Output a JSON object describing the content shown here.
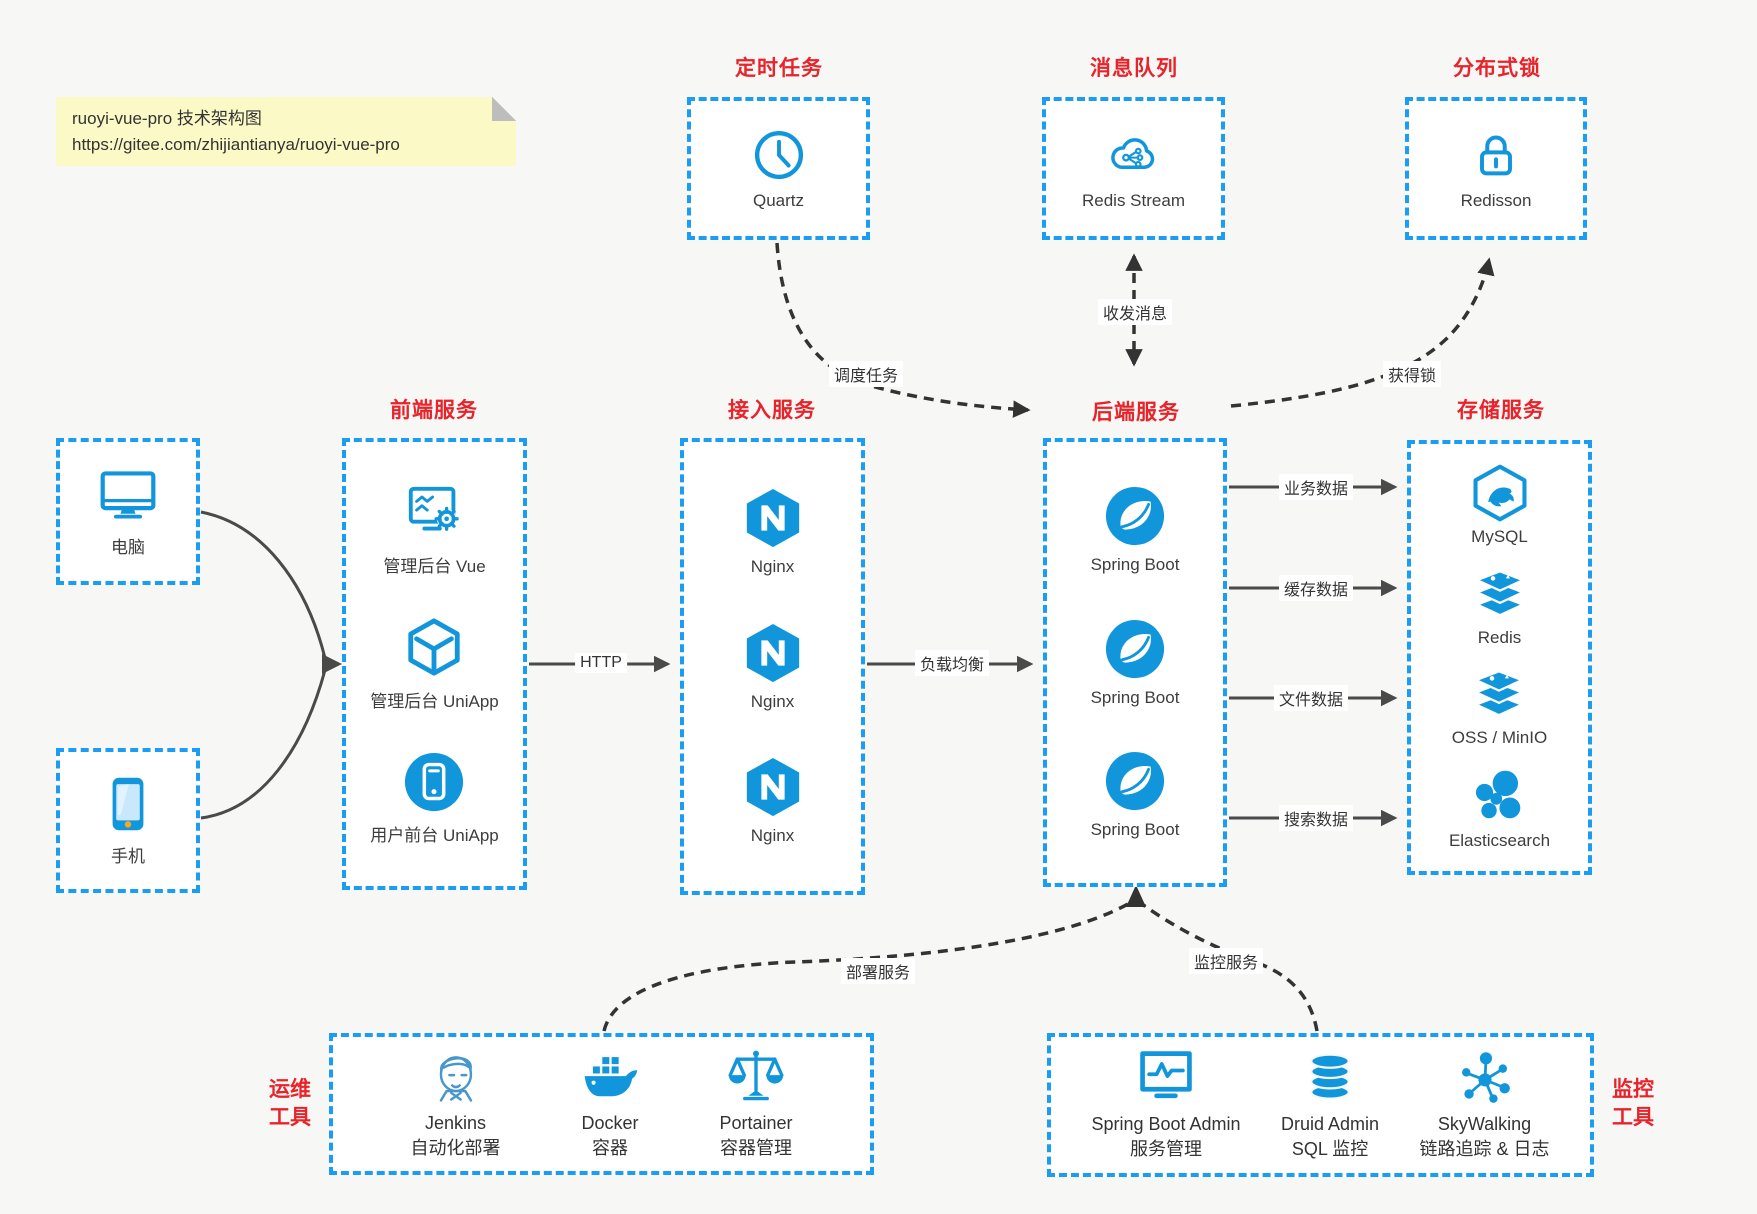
{
  "colors": {
    "accent_blue": "#1296db",
    "box_border_blue": "#1b9df3",
    "title_red": "#e8232a",
    "solid_arrow": "#4a4a4a",
    "dashed_arrow": "#333333",
    "note_bg": "#fbf9c5",
    "page_bg": "#f7f7f6"
  },
  "note": {
    "line1": "ruoyi-vue-pro 技术架构图",
    "line2": "https://gitee.com/zhijiantianya/ruoyi-vue-pro"
  },
  "groups": {
    "scheduler": {
      "title": "定时任务",
      "item": {
        "label": "Quartz",
        "icon": "clock-icon"
      }
    },
    "mq": {
      "title": "消息队列",
      "item": {
        "label": "Redis Stream",
        "icon": "cloud-share-icon"
      }
    },
    "lock": {
      "title": "分布式锁",
      "item": {
        "label": "Redisson",
        "icon": "padlock-icon"
      }
    },
    "clients": {
      "pc": {
        "label": "电脑",
        "icon": "desktop-icon"
      },
      "mobile": {
        "label": "手机",
        "icon": "smartphone-icon"
      }
    },
    "frontend": {
      "title": "前端服务",
      "items": [
        {
          "label": "管理后台 Vue",
          "icon": "admin-monitor-gear-icon"
        },
        {
          "label": "管理后台 UniApp",
          "icon": "cube-icon"
        },
        {
          "label": "用户前台 UniApp",
          "icon": "phone-circle-icon"
        }
      ]
    },
    "gateway": {
      "title": "接入服务",
      "items": [
        {
          "label": "Nginx",
          "icon": "nginx-icon"
        },
        {
          "label": "Nginx",
          "icon": "nginx-icon"
        },
        {
          "label": "Nginx",
          "icon": "nginx-icon"
        }
      ]
    },
    "backend": {
      "title": "后端服务",
      "items": [
        {
          "label": "Spring Boot",
          "icon": "spring-icon"
        },
        {
          "label": "Spring Boot",
          "icon": "spring-icon"
        },
        {
          "label": "Spring Boot",
          "icon": "spring-icon"
        }
      ]
    },
    "storage": {
      "title": "存储服务",
      "items": [
        {
          "label": "MySQL",
          "icon": "mysql-icon"
        },
        {
          "label": "Redis",
          "icon": "stacked-layers-icon"
        },
        {
          "label": "OSS / MinIO",
          "icon": "stacked-layers-icon"
        },
        {
          "label": "Elasticsearch",
          "icon": "elasticsearch-icon"
        }
      ]
    },
    "ops": {
      "title_line1": "运维",
      "title_line2": "工具",
      "items": [
        {
          "name": "Jenkins",
          "desc": "自动化部署",
          "icon": "jenkins-icon"
        },
        {
          "name": "Docker",
          "desc": "容器",
          "icon": "docker-whale-icon"
        },
        {
          "name": "Portainer",
          "desc": "容器管理",
          "icon": "scales-icon"
        }
      ]
    },
    "monitoring": {
      "title_line1": "监控",
      "title_line2": "工具",
      "items": [
        {
          "name": "Spring Boot Admin",
          "desc": "服务管理",
          "icon": "pulse-monitor-icon"
        },
        {
          "name": "Druid Admin",
          "desc": "SQL 监控",
          "icon": "database-icon"
        },
        {
          "name": "SkyWalking",
          "desc": "链路追踪 & 日志",
          "icon": "node-cluster-icon"
        }
      ]
    }
  },
  "edges": {
    "http": "HTTP",
    "load_balance": "负载均衡",
    "business_data": "业务数据",
    "cache_data": "缓存数据",
    "file_data": "文件数据",
    "search_data": "搜索数据",
    "schedule_task": "调度任务",
    "send_receive_msg": "收发消息",
    "acquire_lock": "获得锁",
    "deploy_service": "部署服务",
    "monitor_service": "监控服务"
  }
}
